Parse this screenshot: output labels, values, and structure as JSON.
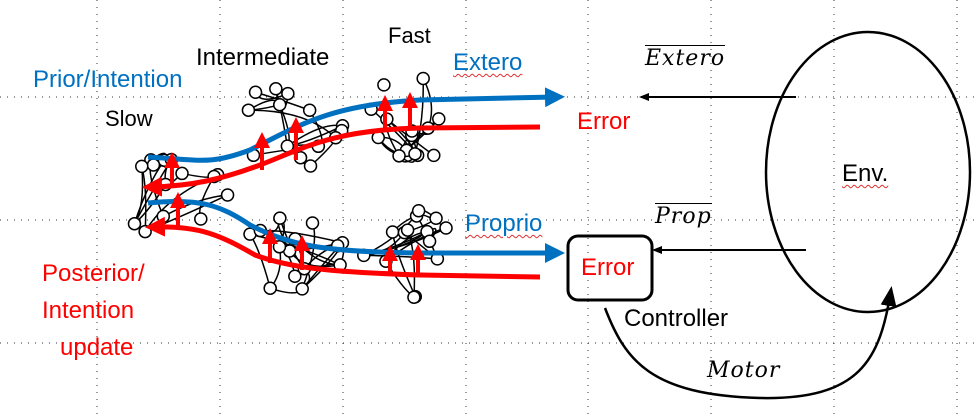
{
  "labels": {
    "prior": "Prior/Intention",
    "slow": "Slow",
    "intermediate": "Intermediate",
    "fast": "Fast",
    "extero": "Extero",
    "proprio": "Proprio",
    "error_top": "Error",
    "error_box": "Error",
    "env": "Env.",
    "controller": "Controller",
    "posterior_1": "Posterior/",
    "posterior_2": "Intention",
    "posterior_3": "update",
    "extero_bar": "Extero",
    "prop_bar": "Prop",
    "motor": "Motor"
  },
  "colors": {
    "blue": "#0070c0",
    "red": "#ff0000",
    "black": "#000000"
  }
}
